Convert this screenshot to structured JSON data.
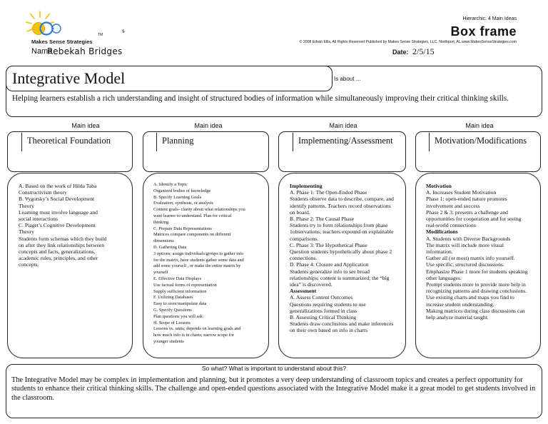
{
  "header": {
    "brand": "Makes Sense Strategies",
    "trademark": "TM",
    "mark": "s",
    "hierarchy": "Hierarchic: 4 Main Ideas",
    "frame_title": "Box frame",
    "copyright": "© 2008 Edwin Ellis, All Rights Reserved   Published by Makes Sense Strategies, LLC, Northport, AL   www.MakesSenseStrategies.com",
    "name_label": "Name",
    "name_value": "Rebekah Bridges",
    "date_label": "Date:",
    "date_value": "2/5/15"
  },
  "topic": {
    "title": "Integrative Model",
    "is_about_label": "Is about ...",
    "description": "Helping learners establish a rich understanding and insight of structured bodies of information while simultaneously improving their critical thinking skills."
  },
  "columns": [
    {
      "main_idea_label": "Main idea",
      "title": "Theoretical Foundation",
      "lines": [
        "A. Based on the work of Hilda Taba",
        "Constructivism theory",
        "B. Vygotsky’s Social Development",
        "Theory",
        "Learning must involve language and",
        "social interactions",
        "C. Piaget’s Cognitive Development",
        "Theory",
        "Students form schemas which they build",
        "on after they link relationships between",
        "concepts and facts, generalizations,",
        "academic rules, principles, and other",
        "concepts."
      ]
    },
    {
      "main_idea_label": "Main idea",
      "title": "Planning",
      "lines": [
        "A. Identify a Topic",
        "Organized bodies of knowledge",
        "B. Specify Learning Goals",
        "Evaluation, synthesis, or analysis",
        "Content goals- clarity about what relationships you",
        "want learner to understand. Plan for critical",
        "thinking.",
        "C. Prepare Data Representations",
        "Matrices compare components on different",
        "dimensions",
        "D. Gathering Data",
        "3 options: assign individuals/groups to gather info",
        "for the matrix, have students gather some data and",
        "add some yourself , or make the entire matrix by",
        "yourself",
        "E. Effective Data Displays",
        "Use factual forms of representation",
        "Supply sufficient information",
        "F. Utilizing Databases",
        "Easy to store/manipulate data",
        "G. Specify Questions",
        "Plan questions you will ask",
        "H. Scope of Lessons",
        "Lessons vs. units; depends on learning goals and",
        "how much info is in charts; narrow scope for",
        "younger students"
      ]
    },
    {
      "main_idea_label": "Main idea",
      "title": "Implementing/Assessment",
      "lines": [
        "Implementing",
        "A. Phase 1: The Open-Ended Phase",
        "Students observe data to describe, compare, and",
        "identify patterns. Teachers record observations",
        "on board.",
        "B. Phase 2: The Causal Phase",
        "Students try to form relationships from phase",
        "1observations; teachers expound on explainable",
        "comparisons.",
        "C. Phase 3: The Hypothetical Phase",
        "Question students hypothetically about phase 2",
        "connections.",
        "D. Phase 4: Closure and Application",
        "Students generalize info to see broad",
        "relationships; content is summarized; the “big",
        "idea” is discovered.",
        "Assessment",
        "A. Assess Content Outcomes",
        "Questions requiring students to use",
        "generalizations formed in class",
        "B. Assessing Critical Thinking",
        "Students draw conclusions and make inferences",
        "on their own based on info in charts"
      ],
      "bold_lines": [
        0,
        16
      ]
    },
    {
      "main_idea_label": "Main idea",
      "title": "Motivation/Modifications",
      "lines": [
        "Motivation",
        "A. Increases Student Motivation",
        "Phase 1: open-ended nature promotes",
        "involvement and success",
        "Phase 2 & 3: presents a challenge and",
        "opportunities for cooperation and for seeing",
        "real-world connections",
        "Modifications",
        "A. Students with Diverse Backgrounds",
        "The matrix will include more visual",
        "information.",
        "Gather all (or most) matrix info yourself.",
        "Use specific, structured discussions.",
        "Emphasize Phase 1 more for students speaking",
        "other languages.",
        "Prompt students more to provide more help in",
        "recognizing patterns and drawing conclusions.",
        "Use existing charts and maps you find to",
        "increase student understanding.",
        "Making matrices during class discussions can",
        "help analyze material taught."
      ],
      "bold_lines": [
        0,
        7
      ]
    }
  ],
  "so_what": {
    "question": "So what? What is important to understand about this?",
    "text": "The Integrative Model may be complex in implementation and planning, but it promotes a very deep understanding of classroom topics and creates a perfect opportunity for students to enhance their critical thinking skills. The challenge and open-ended questions associated with the Integrative Model make it a great model to get students involved in the classroom."
  },
  "colors": {
    "logo_yellow": "#f2c200",
    "logo_blue": "#2b7bd6",
    "ink": "#111111"
  }
}
